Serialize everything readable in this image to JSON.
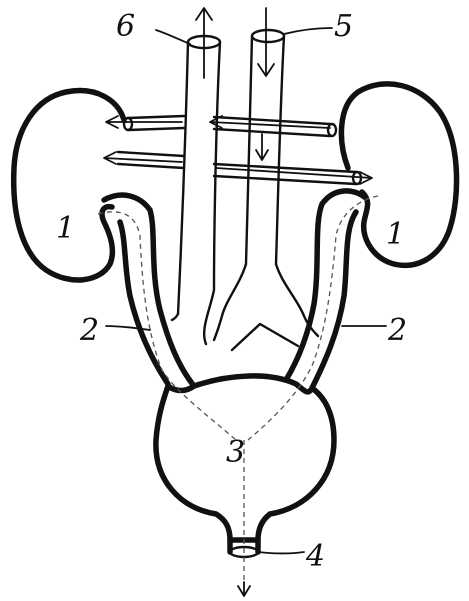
{
  "labels": {
    "kidney_left": "1",
    "kidney_right": "1",
    "ureter_left": "2",
    "ureter_right": "2",
    "bladder": "3",
    "urethra": "4",
    "aorta_in": "5",
    "vein_out": "6"
  },
  "colors": {
    "ink": "#111111",
    "dashed_flow": "#555555",
    "paper": "#ffffff"
  }
}
